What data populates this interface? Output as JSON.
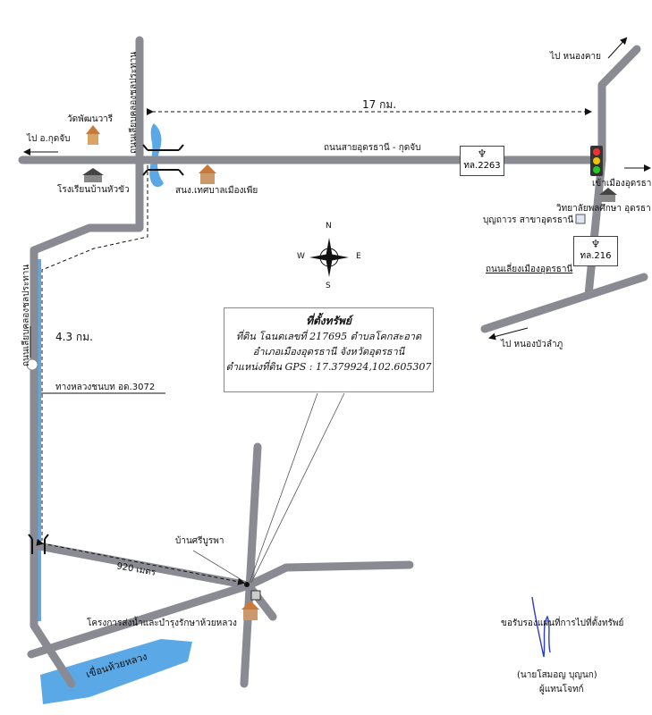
{
  "routes": {
    "main_road": "ถนนสายอุดรธานี - กุดจับ",
    "canal_road_top": "ถนนเลียบคลองชลประทาน",
    "canal_road_left": "ถนนเลียบคลองชลประทาน",
    "rural_road": "ทางหลวงชนบท อด.3072",
    "bypass": "ถนนเลี่ยงเมืองอุดรธานี",
    "shield_2263": "ทล.2263",
    "shield_216": "ทล.216"
  },
  "directions": {
    "to_kudchap": "ไป อ.กุดจับ",
    "to_nongkhai": "ไป หนองคาย",
    "to_udon": "เข้าเมืองอุดรธา",
    "to_nongbua": "ไป หนองบัวลำภู"
  },
  "places": {
    "temple": "วัดพัฒนวารี",
    "school": "โรงเรียนบ้านหัวขัว",
    "municipality": "สนง.เทศบาลเมืองเพีย",
    "college": "วิทยาลัยพลศึกษา อุดรธา",
    "bunthavorn": "บุญถาวร สาขาอุดรธานี",
    "village": "บ้านศรีบูรพา",
    "project": "โครงการส่งน้ำและบำรุงรักษาห้วยหลวง",
    "dam": "เขื่อนห้วยหลวง"
  },
  "distances": {
    "top": "17 กม.",
    "left": "4.3 กม.",
    "bottom": "920 เมตร"
  },
  "compass": {
    "n": "N",
    "s": "S",
    "e": "E",
    "w": "W"
  },
  "property": {
    "title": "ที่ตั้งทรัพย์",
    "line1": "ที่ดิน โฉนดเลขที่ 217695 ตำบลโคกสะอาด",
    "line2": "อำเภอเมืองอุดรธานี จังหวัดอุดรธานี",
    "line3": "ตำแหน่งที่ดิน GPS : 17.379924,102.605307"
  },
  "signature": {
    "certify": "ขอรับรองแผนที่การไปที่ตั้งทรัพย์",
    "name": "(นายโสมอญ   บุญนก)",
    "role": "ผู้แทนโจทก์"
  },
  "colors": {
    "road": "#8a8a92",
    "water": "#5aa8e6",
    "text": "#111111",
    "roof": "#c87a3a",
    "signature_ink": "#2c3fbf"
  }
}
